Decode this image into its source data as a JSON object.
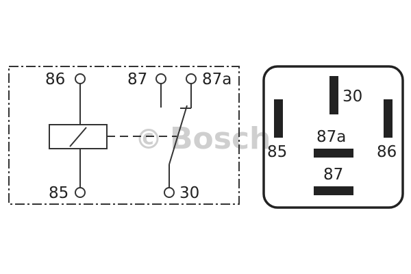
{
  "schematic": {
    "pins": {
      "p86": "86",
      "p87": "87",
      "p87a": "87a",
      "p85": "85",
      "p30": "30"
    }
  },
  "connector": {
    "pins": {
      "p30": "30",
      "p87a": "87a",
      "p85": "85",
      "p86": "86",
      "p87": "87"
    }
  },
  "watermark": {
    "symbol": "©",
    "brand": "Bosch"
  },
  "colors": {
    "line": "#333333",
    "watermark": "#cfcfcf"
  }
}
